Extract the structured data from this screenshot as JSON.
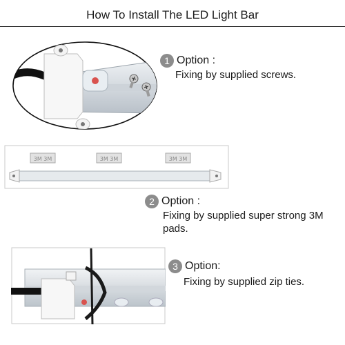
{
  "title": "How To Install The LED Light Bar",
  "steps": [
    {
      "number": "1",
      "heading": "Option :",
      "description": "Fixing by supplied screws."
    },
    {
      "number": "2",
      "heading": "Option :",
      "description": "Fixing by supplied super strong 3M pads."
    },
    {
      "number": "3",
      "heading": "Option:",
      "description": "Fixing by supplied zip ties."
    }
  ],
  "icons": {
    "screw": "screw-icon",
    "adhesive_pad": "3m-pad-icon",
    "zip_tie": "zip-tie-icon",
    "led": "led-icon"
  },
  "colors": {
    "badge": "#8c8c8c",
    "rule": "#222222",
    "aluminum": "#d8dde2",
    "led": "#d9534f",
    "cable": "#1a1a1a"
  }
}
